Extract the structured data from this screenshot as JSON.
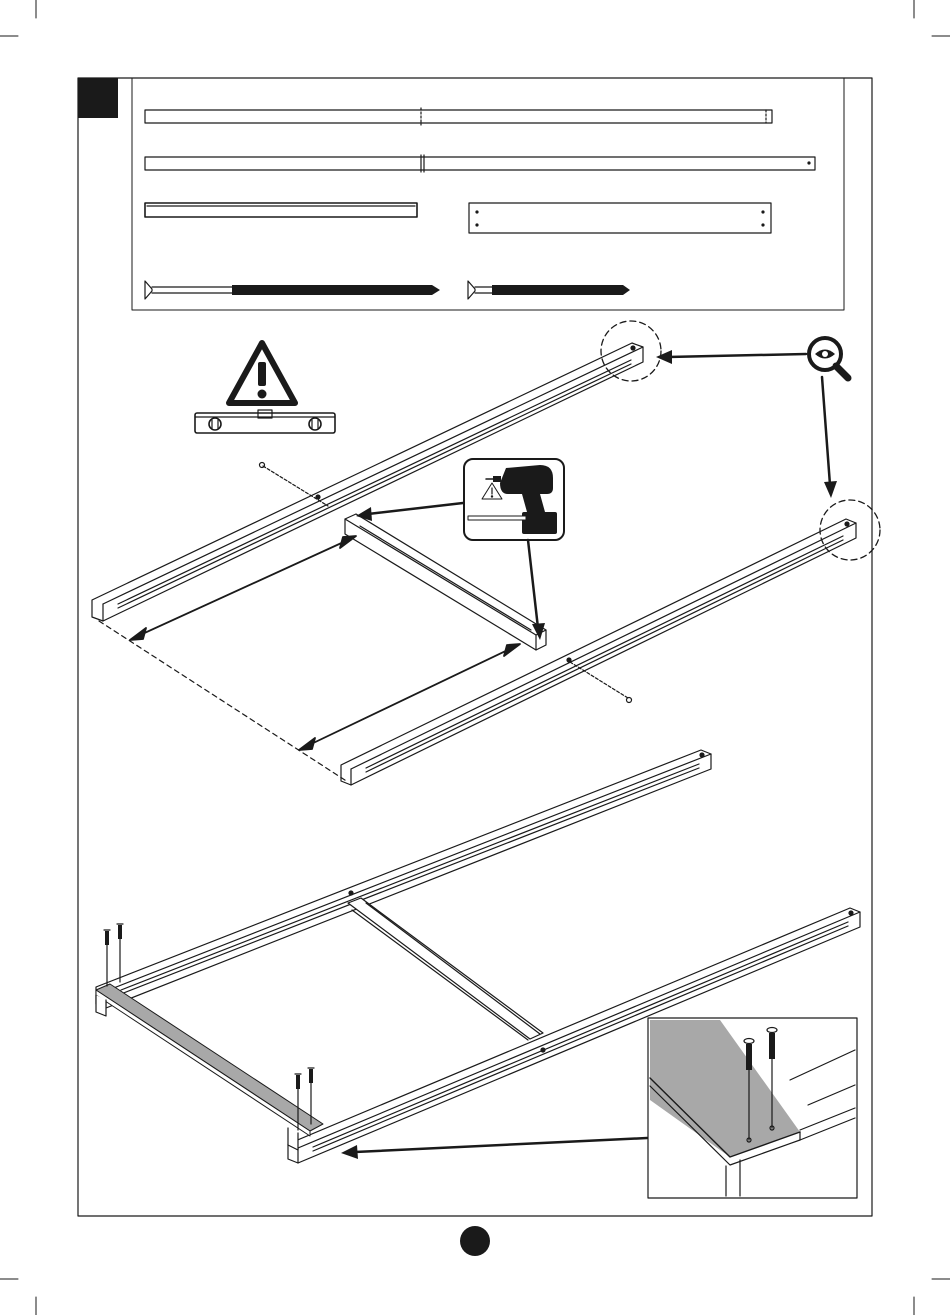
{
  "document": {
    "type": "assembly-instruction-step",
    "step_number": "",
    "page_number": ""
  },
  "parts_box": {
    "items": [
      {
        "name": "long-rail-a",
        "kind": "rail",
        "count": ""
      },
      {
        "name": "long-rail-b",
        "kind": "rail",
        "count": ""
      },
      {
        "name": "short-beam",
        "kind": "beam",
        "count": ""
      },
      {
        "name": "wood-plank",
        "kind": "plank",
        "count": ""
      },
      {
        "name": "long-screw",
        "kind": "screw",
        "count": ""
      },
      {
        "name": "short-screw",
        "kind": "screw",
        "count": ""
      }
    ]
  },
  "icons": {
    "warning": "warning-triangle-icon",
    "level": "spirit-level-icon",
    "drill": "cordless-drill-icon",
    "magnifier": "magnifier-eye-icon"
  },
  "colors": {
    "ink": "#1a1a1a",
    "plank_fill": "#a8a8a8",
    "step_badge": "#1a1a1a",
    "background": "#ffffff"
  }
}
